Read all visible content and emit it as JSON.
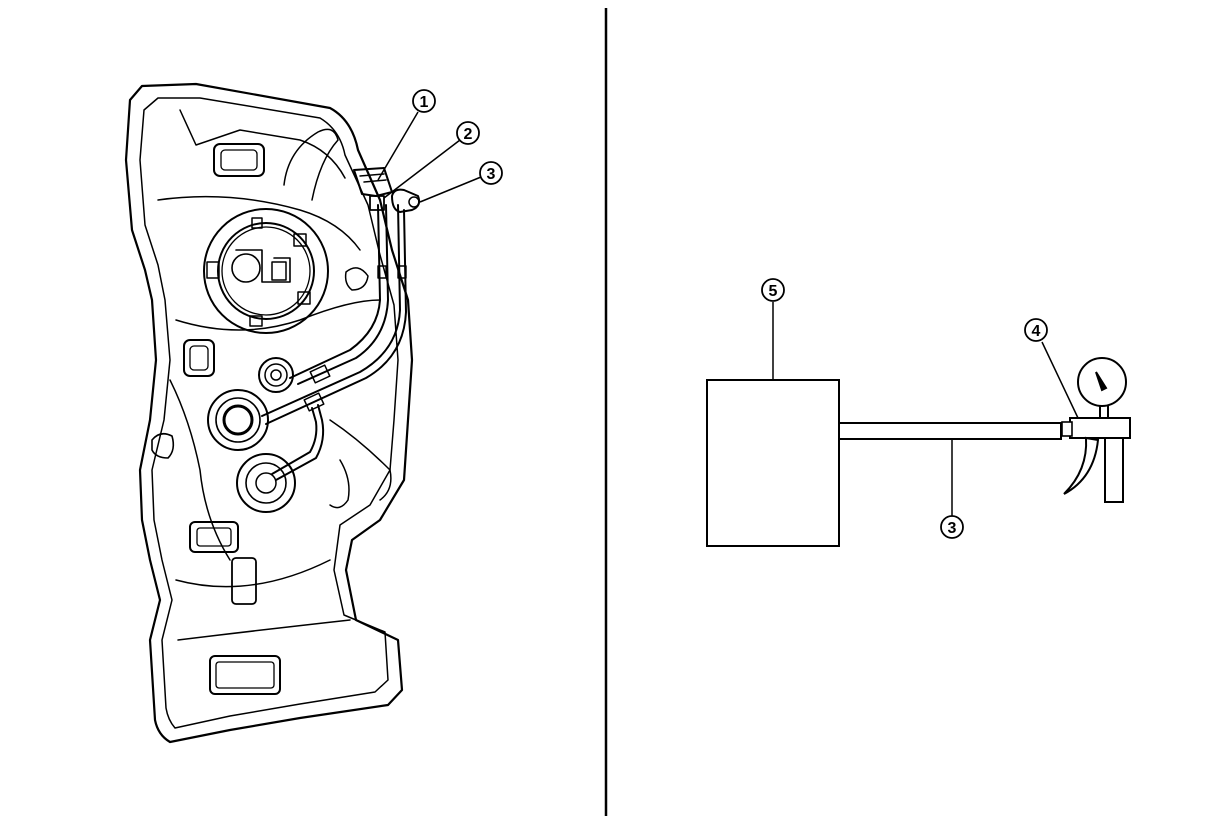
{
  "callouts": {
    "c1": "1",
    "c2": "2",
    "c3": "3",
    "c3b": "3",
    "c4": "4",
    "c5": "5"
  },
  "colors": {
    "line": "#000000",
    "background": "#ffffff"
  }
}
